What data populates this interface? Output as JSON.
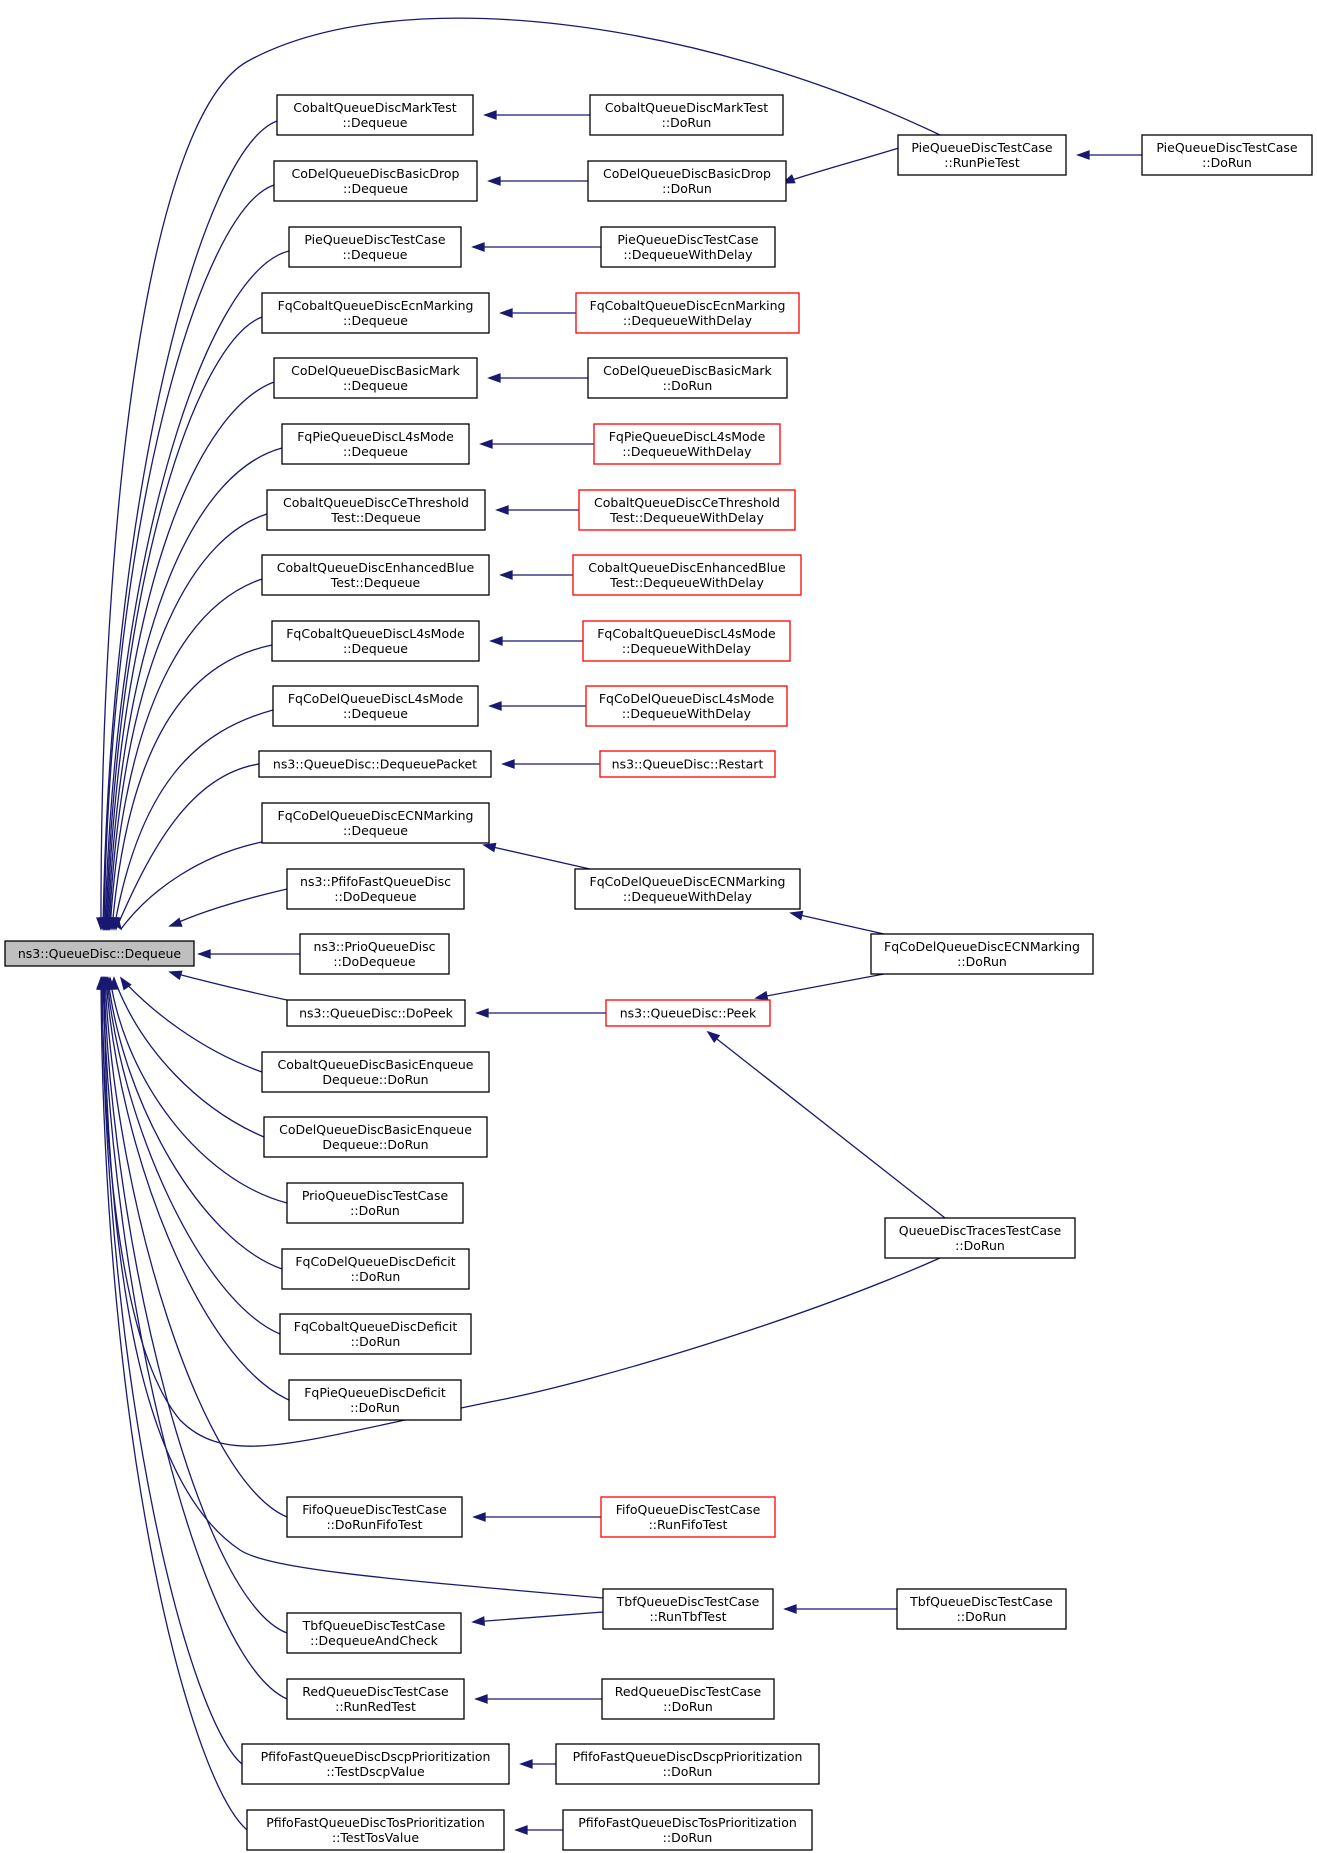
{
  "colors": {
    "edge": "#191970",
    "border": "#000000",
    "highlight_border": "#ff0000",
    "root_fill": "#bfbfbf"
  },
  "root": {
    "label": "ns3::QueueDisc::Dequeue"
  },
  "nodes": {
    "n1": {
      "lines": [
        "CobaltQueueDiscMarkTest",
        "::Dequeue"
      ],
      "red": false
    },
    "n2": {
      "lines": [
        "CoDelQueueDiscBasicDrop",
        "::Dequeue"
      ],
      "red": false
    },
    "n3": {
      "lines": [
        "PieQueueDiscTestCase",
        "::Dequeue"
      ],
      "red": false
    },
    "n4": {
      "lines": [
        "FqCobaltQueueDiscEcnMarking",
        "::Dequeue"
      ],
      "red": false
    },
    "n5": {
      "lines": [
        "CoDelQueueDiscBasicMark",
        "::Dequeue"
      ],
      "red": false
    },
    "n6": {
      "lines": [
        "FqPieQueueDiscL4sMode",
        "::Dequeue"
      ],
      "red": false
    },
    "n7": {
      "lines": [
        "CobaltQueueDiscCeThreshold",
        "Test::Dequeue"
      ],
      "red": false
    },
    "n8": {
      "lines": [
        "CobaltQueueDiscEnhancedBlue",
        "Test::Dequeue"
      ],
      "red": false
    },
    "n9": {
      "lines": [
        "FqCobaltQueueDiscL4sMode",
        "::Dequeue"
      ],
      "red": false
    },
    "n10": {
      "lines": [
        "FqCoDelQueueDiscL4sMode",
        "::Dequeue"
      ],
      "red": false
    },
    "n11": {
      "lines": [
        "ns3::QueueDisc::DequeuePacket"
      ],
      "red": false
    },
    "n12": {
      "lines": [
        "FqCoDelQueueDiscECNMarking",
        "::Dequeue"
      ],
      "red": false
    },
    "n13": {
      "lines": [
        "ns3::PfifoFastQueueDisc",
        "::DoDequeue"
      ],
      "red": false
    },
    "n14": {
      "lines": [
        "ns3::PrioQueueDisc",
        "::DoDequeue"
      ],
      "red": false
    },
    "n15": {
      "lines": [
        "ns3::QueueDisc::DoPeek"
      ],
      "red": false
    },
    "n16": {
      "lines": [
        "CobaltQueueDiscBasicEnqueue",
        "Dequeue::DoRun"
      ],
      "red": false
    },
    "n17": {
      "lines": [
        "CoDelQueueDiscBasicEnqueue",
        "Dequeue::DoRun"
      ],
      "red": false
    },
    "n18": {
      "lines": [
        "PrioQueueDiscTestCase",
        "::DoRun"
      ],
      "red": false
    },
    "n19": {
      "lines": [
        "FqCoDelQueueDiscDeficit",
        "::DoRun"
      ],
      "red": false
    },
    "n20": {
      "lines": [
        "FqCobaltQueueDiscDeficit",
        "::DoRun"
      ],
      "red": false
    },
    "n21": {
      "lines": [
        "FqPieQueueDiscDeficit",
        "::DoRun"
      ],
      "red": false
    },
    "n22": {
      "lines": [
        "FifoQueueDiscTestCase",
        "::DoRunFifoTest"
      ],
      "red": false
    },
    "n23": {
      "lines": [
        "TbfQueueDiscTestCase",
        "::DequeueAndCheck"
      ],
      "red": false
    },
    "n24": {
      "lines": [
        "RedQueueDiscTestCase",
        "::RunRedTest"
      ],
      "red": false
    },
    "n25": {
      "lines": [
        "PfifoFastQueueDiscDscpPrioritization",
        "::TestDscpValue"
      ],
      "red": false
    },
    "n26": {
      "lines": [
        "PfifoFastQueueDiscTosPrioritization",
        "::TestTosValue"
      ],
      "red": false
    },
    "m1": {
      "lines": [
        "CobaltQueueDiscMarkTest",
        "::DoRun"
      ],
      "red": false
    },
    "m2": {
      "lines": [
        "CoDelQueueDiscBasicDrop",
        "::DoRun"
      ],
      "red": false
    },
    "m3": {
      "lines": [
        "PieQueueDiscTestCase",
        "::DequeueWithDelay"
      ],
      "red": false
    },
    "m4": {
      "lines": [
        "FqCobaltQueueDiscEcnMarking",
        "::DequeueWithDelay"
      ],
      "red": true
    },
    "m5": {
      "lines": [
        "CoDelQueueDiscBasicMark",
        "::DoRun"
      ],
      "red": false
    },
    "m6": {
      "lines": [
        "FqPieQueueDiscL4sMode",
        "::DequeueWithDelay"
      ],
      "red": true
    },
    "m7": {
      "lines": [
        "CobaltQueueDiscCeThreshold",
        "Test::DequeueWithDelay"
      ],
      "red": true
    },
    "m8": {
      "lines": [
        "CobaltQueueDiscEnhancedBlue",
        "Test::DequeueWithDelay"
      ],
      "red": true
    },
    "m9": {
      "lines": [
        "FqCobaltQueueDiscL4sMode",
        "::DequeueWithDelay"
      ],
      "red": true
    },
    "m10": {
      "lines": [
        "FqCoDelQueueDiscL4sMode",
        "::DequeueWithDelay"
      ],
      "red": true
    },
    "m11": {
      "lines": [
        "ns3::QueueDisc::Restart"
      ],
      "red": true
    },
    "m12": {
      "lines": [
        "FqCoDelQueueDiscECNMarking",
        "::DequeueWithDelay"
      ],
      "red": false
    },
    "m15": {
      "lines": [
        "ns3::QueueDisc::Peek"
      ],
      "red": true
    },
    "m22": {
      "lines": [
        "FifoQueueDiscTestCase",
        "::RunFifoTest"
      ],
      "red": true
    },
    "mT": {
      "lines": [
        "TbfQueueDiscTestCase",
        "::RunTbfTest"
      ],
      "red": false
    },
    "m24": {
      "lines": [
        "RedQueueDiscTestCase",
        "::DoRun"
      ],
      "red": false
    },
    "m25": {
      "lines": [
        "PfifoFastQueueDiscDscpPrioritization",
        "::DoRun"
      ],
      "red": false
    },
    "m26": {
      "lines": [
        "PfifoFastQueueDiscTosPrioritization",
        "::DoRun"
      ],
      "red": false
    },
    "r1": {
      "lines": [
        "PieQueueDiscTestCase",
        "::RunPieTest"
      ],
      "red": false
    },
    "r2": {
      "lines": [
        "FqCoDelQueueDiscECNMarking",
        "::DoRun"
      ],
      "red": false
    },
    "r3": {
      "lines": [
        "QueueDiscTracesTestCase",
        "::DoRun"
      ],
      "red": false
    },
    "r4": {
      "lines": [
        "TbfQueueDiscTestCase",
        "::DoRun"
      ],
      "red": false
    },
    "f1": {
      "lines": [
        "PieQueueDiscTestCase",
        "::DoRun"
      ],
      "red": false
    }
  }
}
